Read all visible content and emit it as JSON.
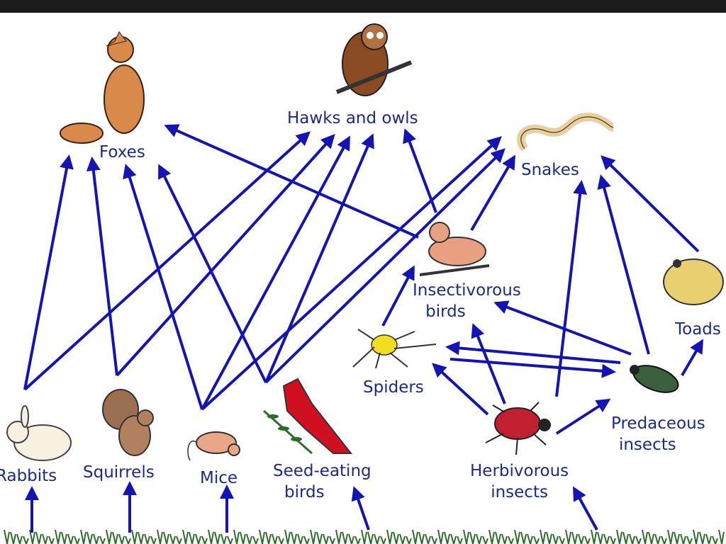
{
  "labels": {
    "foxes": "Foxes",
    "hawks_owls": "Hawks and owls",
    "snakes": "Snakes",
    "insectivorous_1": "Insectivorous",
    "insectivorous_2": "birds",
    "toads": "Toads",
    "spiders": "Spiders",
    "predaceous_1": "Predaceous",
    "predaceous_2": "insects",
    "rabbits": "Rabbits",
    "squirrels": "Squirrels",
    "mice": "Mice",
    "seed_1": "Seed-eating",
    "seed_2": "birds",
    "herbivorous_1": "Herbivorous",
    "herbivorous_2": "insects"
  },
  "colors": {
    "arrow": "#1414b4",
    "label": "#1a2a8a",
    "grass": "#2f6b2a"
  }
}
